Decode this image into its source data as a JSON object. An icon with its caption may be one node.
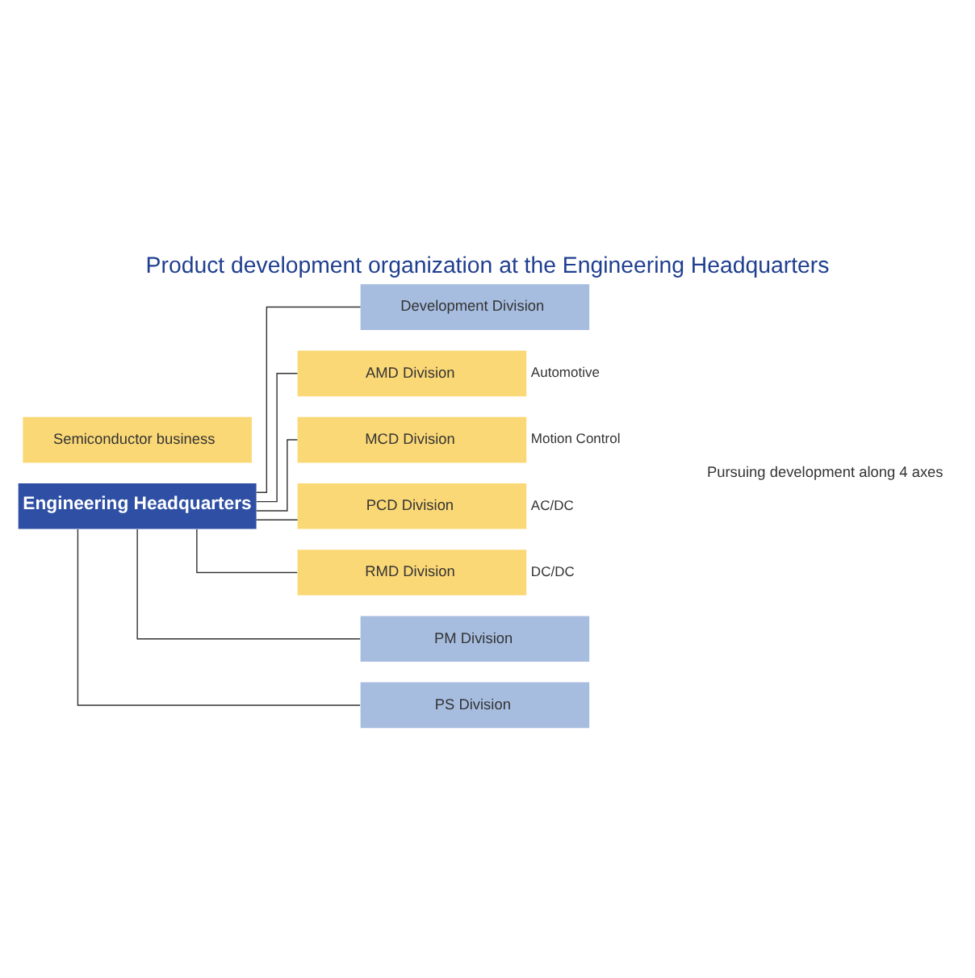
{
  "diagram": {
    "title": "Product development organization at the Engineering Headquarters",
    "nodes": [
      {
        "text": [
          "Engineering Headquarters"
        ]
      },
      {
        "text": [
          "Development Division"
        ]
      },
      {
        "text": [
          "AMD Division"
        ],
        "beside": [
          "Automotive"
        ]
      },
      {
        "text": [
          "MCD Division"
        ],
        "beside": [
          "Motion Control"
        ]
      },
      {
        "text": [
          "PCD Division"
        ],
        "beside": [
          "AC/DC"
        ]
      },
      {
        "text": [
          "RMD Division"
        ],
        "beside": [
          "DC/DC"
        ]
      },
      {
        "text": [
          "PM Division"
        ]
      },
      {
        "text": [
          "PS Division"
        ]
      },
      {
        "text": [
          "Semiconductor business"
        ]
      }
    ],
    "edges": [
      {
        "from": 0,
        "to": 1,
        "arrow": "none"
      },
      {
        "from": 0,
        "to": 2,
        "arrow": "none"
      },
      {
        "from": 0,
        "to": 3,
        "arrow": "none"
      },
      {
        "from": 0,
        "to": 4,
        "arrow": "none"
      },
      {
        "from": 0,
        "to": 5,
        "arrow": "none"
      },
      {
        "from": 0,
        "to": 6,
        "arrow": "none"
      },
      {
        "from": 0,
        "to": 7,
        "arrow": "none"
      }
    ],
    "labels": [
      "Pursuing development along 4 axes"
    ]
  }
}
